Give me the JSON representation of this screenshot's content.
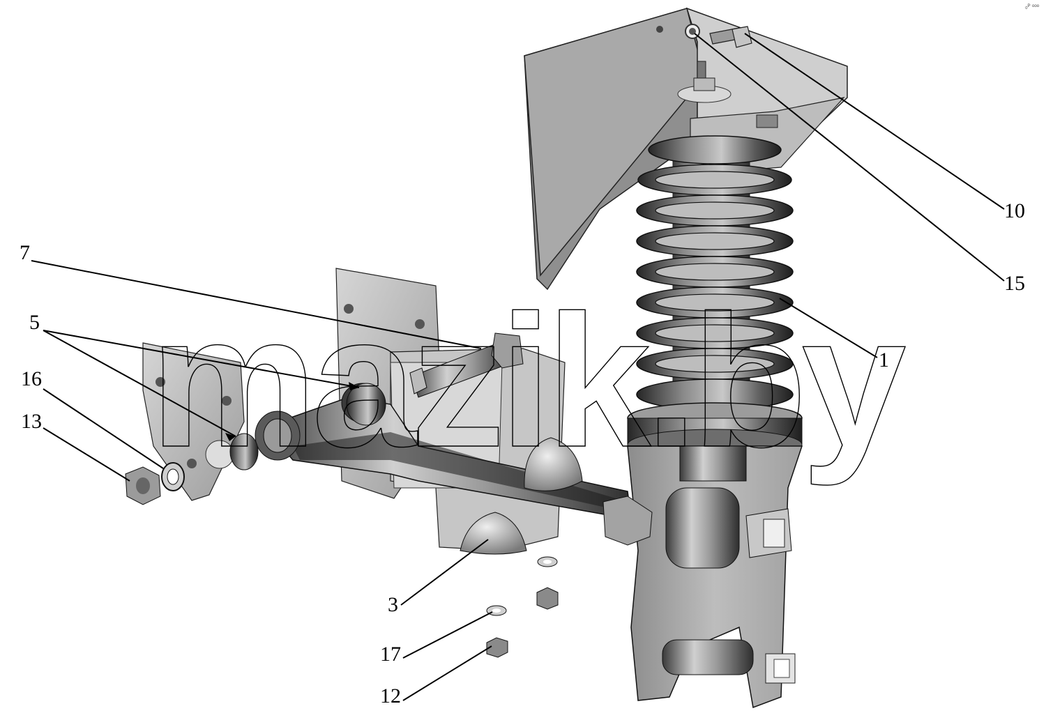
{
  "watermark": "mazik.by",
  "corner_mark": "₀ᴾ ᵒᵒᵒ",
  "callouts": [
    {
      "id": "c1",
      "label": "1"
    },
    {
      "id": "c3",
      "label": "3"
    },
    {
      "id": "c5",
      "label": "5"
    },
    {
      "id": "c7",
      "label": "7"
    },
    {
      "id": "c10",
      "label": "10"
    },
    {
      "id": "c12",
      "label": "12"
    },
    {
      "id": "c13",
      "label": "13"
    },
    {
      "id": "c15",
      "label": "15"
    },
    {
      "id": "c16",
      "label": "16"
    },
    {
      "id": "c17",
      "label": "17"
    }
  ]
}
